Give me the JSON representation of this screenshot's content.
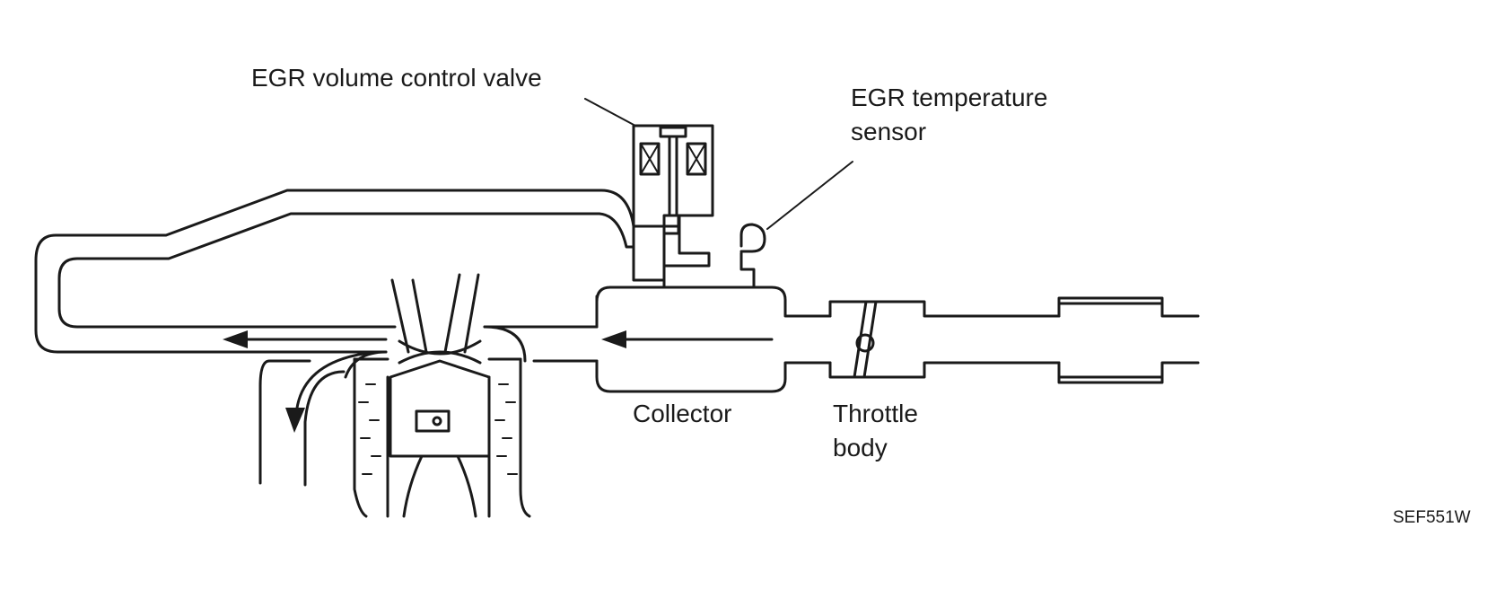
{
  "labels": {
    "egr_valve": "EGR volume control valve",
    "egr_sensor_line1": "EGR temperature",
    "egr_sensor_line2": "sensor",
    "collector": "Collector",
    "throttle_line1": "Throttle",
    "throttle_line2": "body"
  },
  "figure_code": "SEF551W",
  "colors": {
    "ink": "#1a1a1a",
    "background": "#ffffff"
  }
}
